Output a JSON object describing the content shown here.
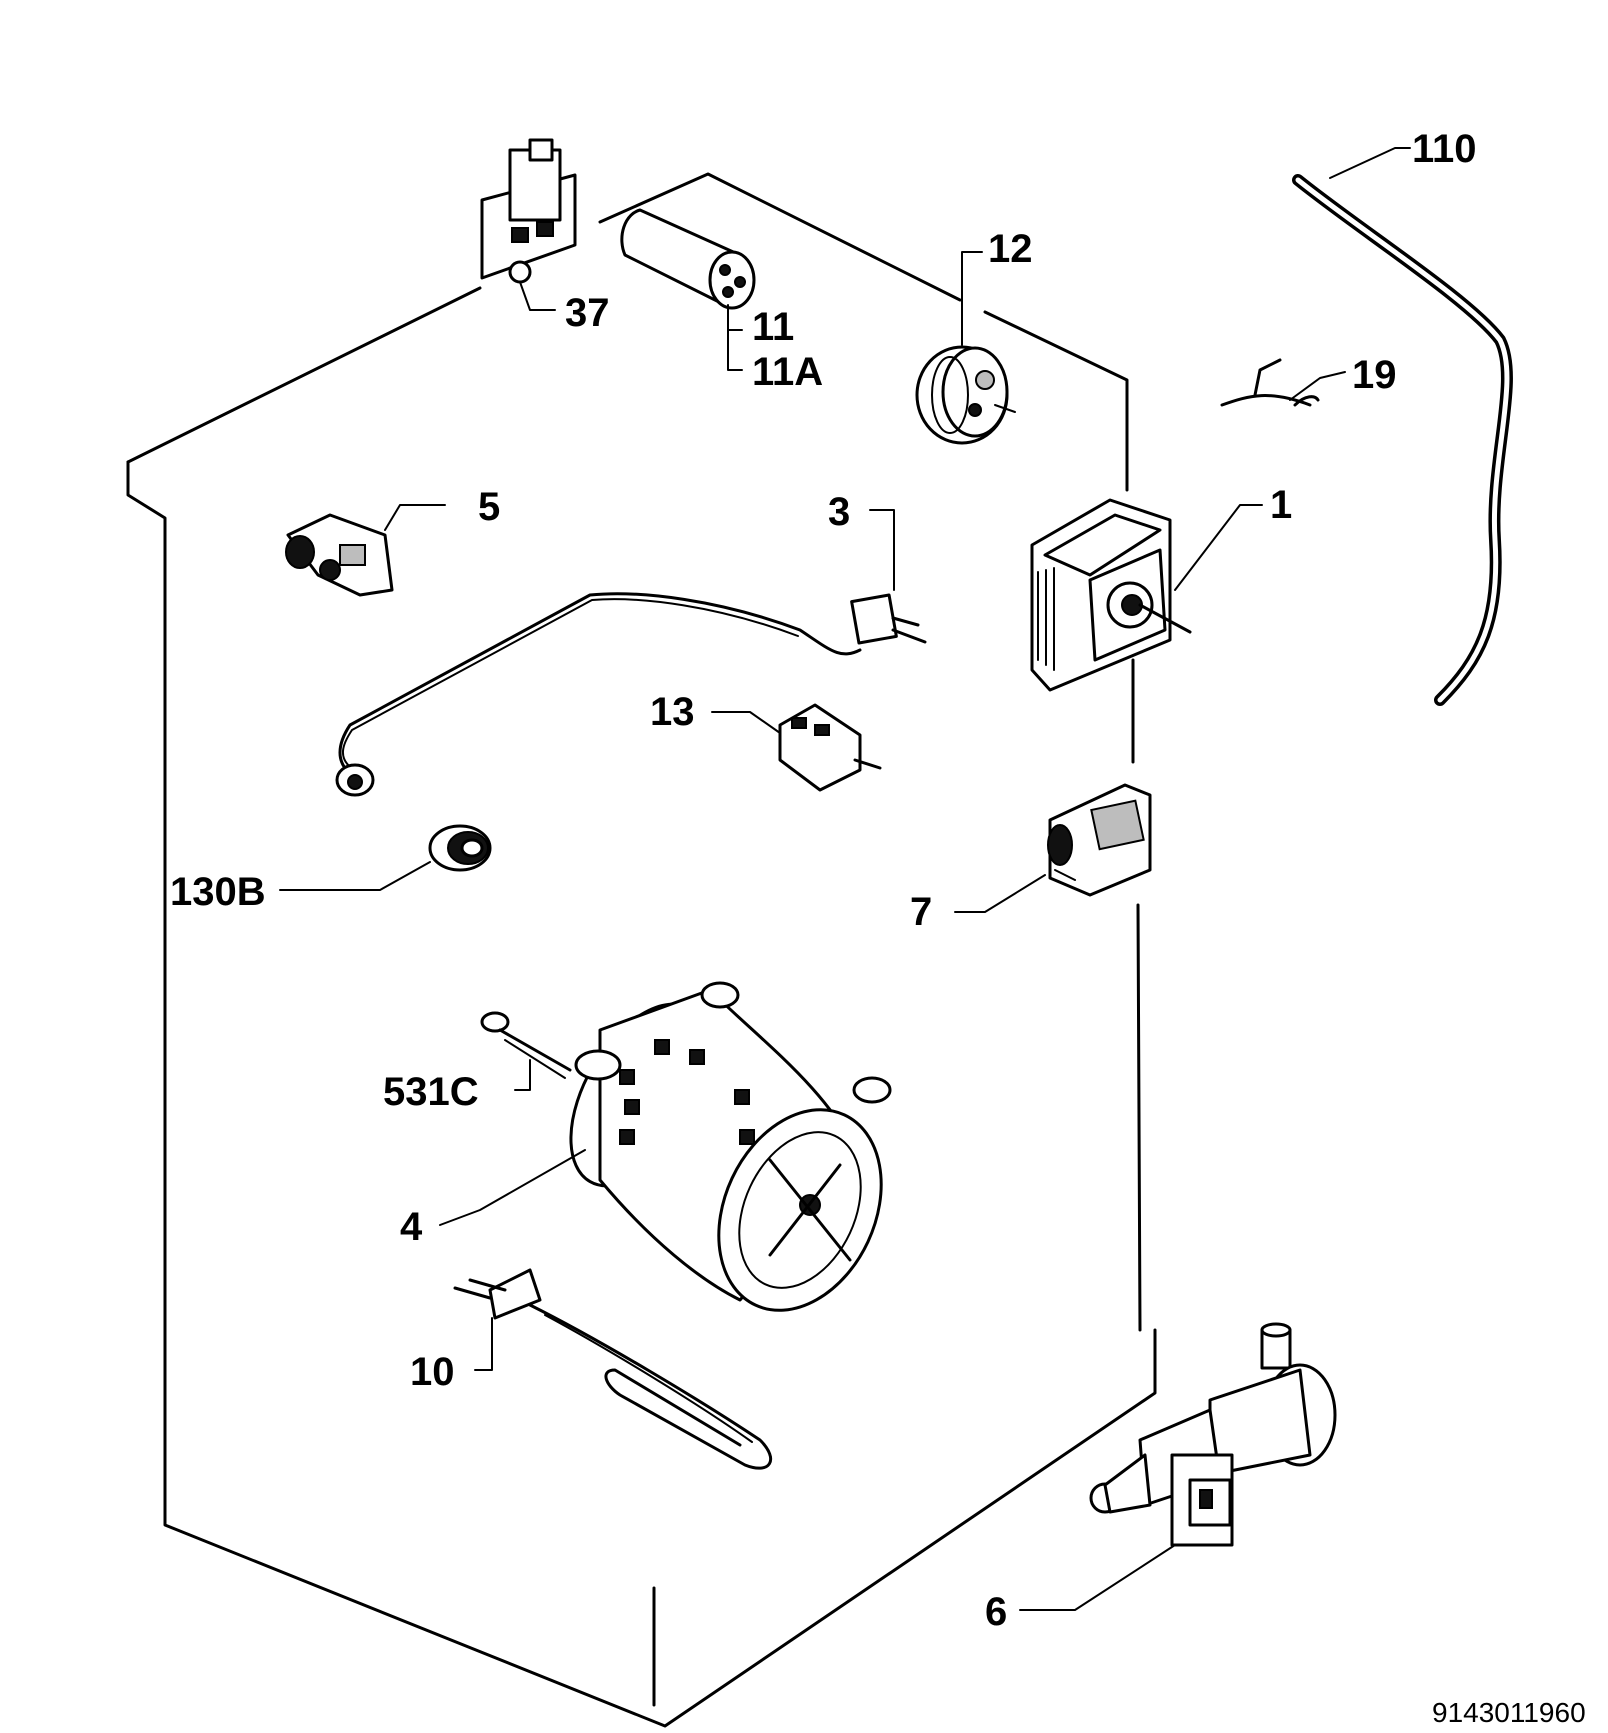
{
  "diagram": {
    "callouts": {
      "p1": "1",
      "p3": "3",
      "p4": "4",
      "p5": "5",
      "p6": "6",
      "p7": "7",
      "p10": "10",
      "p11": "11",
      "p11a": "11A",
      "p12": "12",
      "p13": "13",
      "p19": "19",
      "p37": "37",
      "p110": "110",
      "p130b": "130B",
      "p531c": "531C"
    },
    "drawing_number": "9143011960"
  }
}
